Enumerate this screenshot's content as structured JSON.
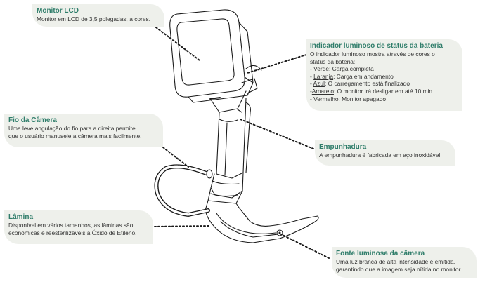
{
  "callouts": {
    "monitor": {
      "title": "Monitor LCD",
      "text": "Monitor em LCD de 3,5 polegadas, a cores."
    },
    "battery": {
      "title": "Indicador luminoso de status da bateria",
      "intro_1": "O indicador luminoso mostra através de cores o",
      "intro_2": "status da bateria:",
      "items": [
        {
          "color": "Verde",
          "desc": "Carga completa"
        },
        {
          "color": "Laranja",
          "desc": "Carga em andamento"
        },
        {
          "color": "Azul",
          "desc": "O carregamento está finalizado"
        },
        {
          "color": "Amarelo",
          "desc": "O monitor irá desligar em até 10 min."
        },
        {
          "color": "Vermelho",
          "desc": "Monitor apagado"
        }
      ]
    },
    "cable": {
      "title": "Fio da Câmera",
      "line_1": "Uma leve angulação do fio para a direita permite",
      "line_2": "que o usuário manuseie a câmera mais facilmente."
    },
    "handle": {
      "title": "Empunhadura",
      "text": "A empunhadura é fabricada em aço inoxidável"
    },
    "blade": {
      "title": "Lâmina",
      "line_1": "Disponível em vários tamanhos, as lâminas são",
      "line_2": "econômicas e reesterilizáveis a Óxido de Etileno."
    },
    "light": {
      "title": "Fonte luminosa da câmera",
      "line_1": "Uma luz branca de alta intensidade é emitida,",
      "line_2": "garantindo que a imagem seja nítida no monitor."
    }
  },
  "colors": {
    "title": "#2f7d6a",
    "box": "#eef0eb",
    "line": "#1a1a1a"
  }
}
